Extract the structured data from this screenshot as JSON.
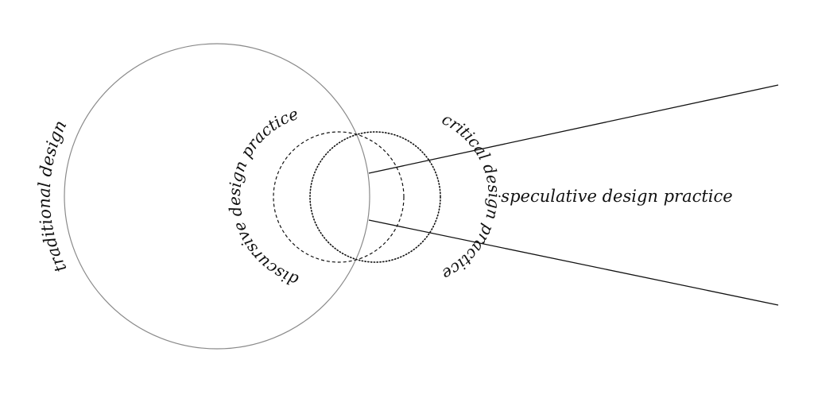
{
  "diagram": {
    "labels": {
      "traditional": "traditional design",
      "discursive": "discursive design practice",
      "critical": "critical design practice",
      "speculative": "speculative design practice"
    },
    "colors": {
      "background": "#ffffff",
      "big_circle": "#8a8a8a",
      "ink": "#111111"
    }
  }
}
